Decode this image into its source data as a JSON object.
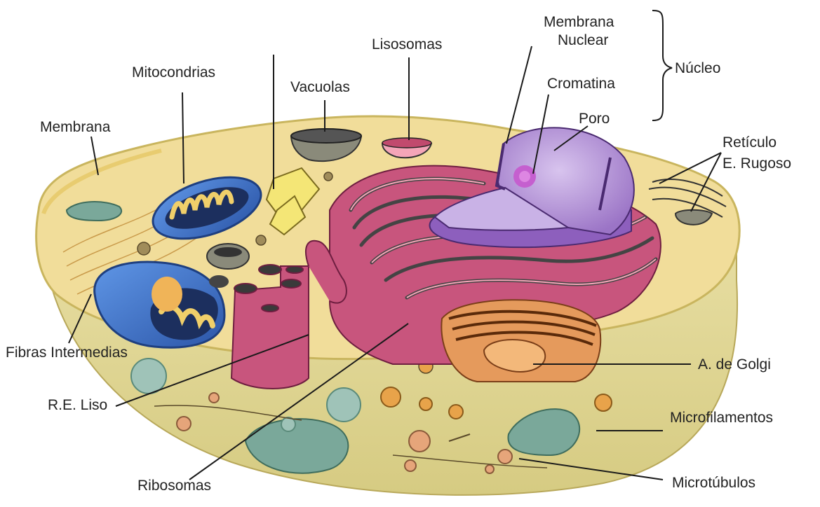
{
  "labels": {
    "membrana_nuclear_1": "Membrana",
    "membrana_nuclear_2": "Nuclear",
    "cromatina": "Cromatina",
    "poro": "Poro",
    "nucleo": "Núcleo",
    "lisosomas": "Lisosomas",
    "mitocondrias": "Mitocondrias",
    "vacuolas": "Vacuolas",
    "membrana": "Membrana",
    "reticulo_1": "Retículo",
    "reticulo_2": "E. Rugoso",
    "fibras": "Fibras Intermedias",
    "golgi": "A. de Golgi",
    "re_liso": "R.E. Liso",
    "microfilamentos": "Microfilamentos",
    "ribosomas": "Ribosomas",
    "microtubulos": "Microtúbulos"
  },
  "colors": {
    "cytoplasm": "#f1dd9a",
    "cell_body": "#e5dc9c",
    "cell_rim": "#d8c868",
    "nucleus": "#b89ad6",
    "er": "#c8557d",
    "golgi": "#e59a5c",
    "mitochondria": "#3b6fc9",
    "vesicle": "#7aa89a"
  }
}
